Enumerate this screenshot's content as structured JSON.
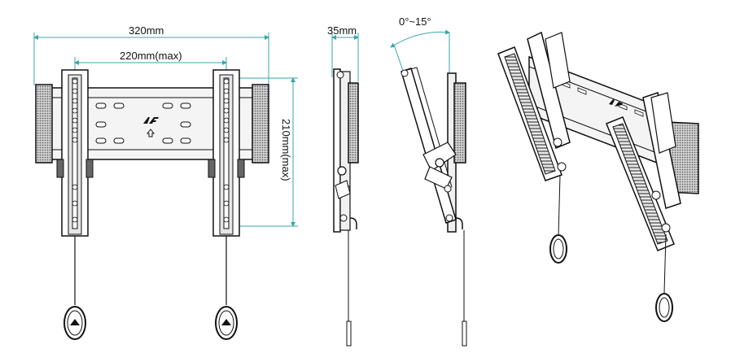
{
  "dimensions": {
    "overall_width": "320mm",
    "vesa_width": "220mm(max)",
    "vesa_height": "210mm(max)",
    "depth": "35mm",
    "tilt_range": "0°~15°"
  },
  "colors": {
    "dimension_line": "#3aa6a8",
    "outline": "#111111",
    "fill_dark": "#555555",
    "fill_light": "#dcdcdc"
  }
}
